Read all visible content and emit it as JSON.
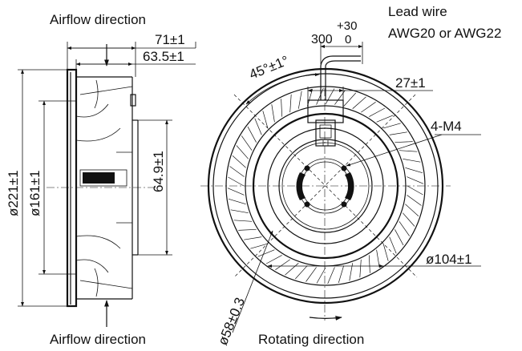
{
  "labels": {
    "airflow_top": "Airflow direction",
    "airflow_bottom": "Airflow direction",
    "lead_wire_line1": "Lead wire",
    "lead_wire_line2": "AWG20 or AWG22",
    "rotating": "Rotating direction"
  },
  "dimensions": {
    "width_71": "71±1",
    "width_63_5": "63.5±1",
    "height_64_9": "64.9±1",
    "dia_221": "ø221±1",
    "dia_161": "ø161±1",
    "wire_300": "300",
    "wire_tol_plus": "+30",
    "wire_tol_zero": "0",
    "angle_45": "45°±1°",
    "dim_27": "27±1",
    "screws": "4-M4",
    "dia_104": "ø104±1",
    "dia_58": "ø58±0.3"
  }
}
